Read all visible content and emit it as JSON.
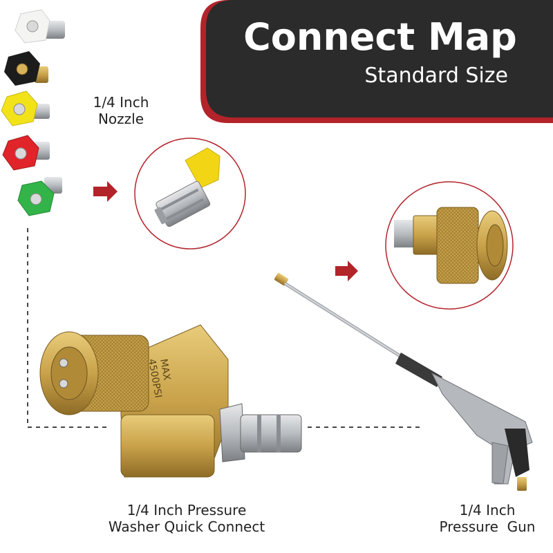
{
  "header": {
    "title": "Connect Map",
    "subtitle": "Standard Size"
  },
  "labels": {
    "nozzle_line1": "1/4 Inch",
    "nozzle_line2": "Nozzle",
    "quick_connect_line1": "1/4 Inch Pressure",
    "quick_connect_line2": "Washer Quick Connect",
    "gun_line1": "1/4 Inch",
    "gun_line2": "Pressure  Gun"
  },
  "product_marking": {
    "line1": "MAX",
    "line2": "4500PSI"
  },
  "nozzle_colors": [
    "#f4f4f2",
    "#1c1c1c",
    "#f2e21a",
    "#e0242a",
    "#32b448"
  ],
  "colors": {
    "banner": "#2b2b2b",
    "accent_red": "#b3232a",
    "brass": "#c9a24a",
    "steel": "#b9bcc0"
  },
  "icons": [
    "arrow-right-icon",
    "arrow-right-icon"
  ]
}
